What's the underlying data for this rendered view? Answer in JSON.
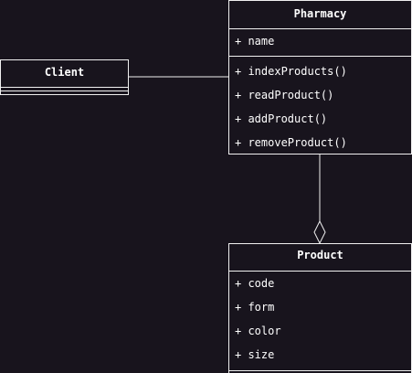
{
  "colors": {
    "background": "#18141d",
    "stroke": "#f0f0f0",
    "text": "#ffffff"
  },
  "classes": {
    "pharmacy": {
      "name": "Pharmacy",
      "attributes": [
        "+ name"
      ],
      "methods": [
        "+ indexProducts()",
        "+ readProduct()",
        "+ addProduct()",
        "+ removeProduct()"
      ]
    },
    "client": {
      "name": "Client",
      "attributes": [],
      "methods": []
    },
    "product": {
      "name": "Product",
      "attributes": [
        "+ code",
        "+ form",
        "+ color",
        "+ size"
      ],
      "methods": []
    }
  },
  "relations": [
    {
      "from": "Client",
      "to": "Pharmacy",
      "type": "association"
    },
    {
      "from": "Product",
      "to": "Pharmacy",
      "type": "aggregation"
    }
  ]
}
